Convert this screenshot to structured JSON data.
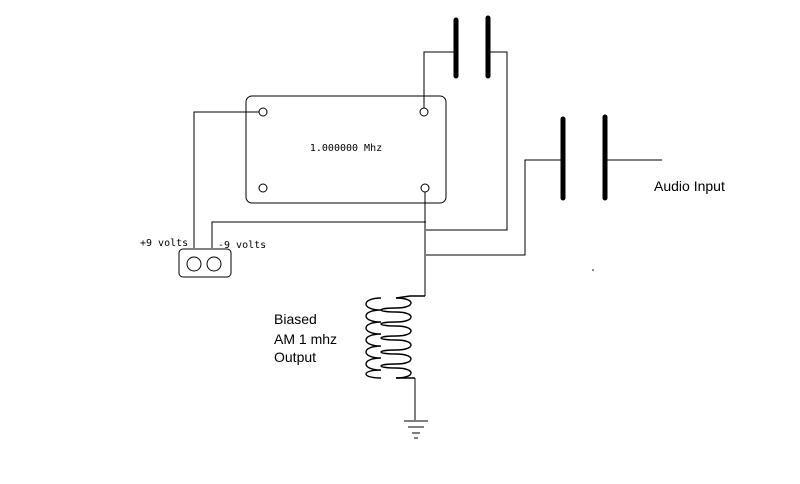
{
  "oscillator": {
    "frequency_label": "1.000000 Mhz"
  },
  "power": {
    "positive_label": "+9 volts",
    "negative_label": "-9 volts"
  },
  "audio": {
    "input_label": "Audio Input"
  },
  "output": {
    "line1": "Biased",
    "line2": "AM 1 mhz",
    "line3": "Output"
  },
  "colors": {
    "line": "#000000",
    "background": "#ffffff"
  }
}
